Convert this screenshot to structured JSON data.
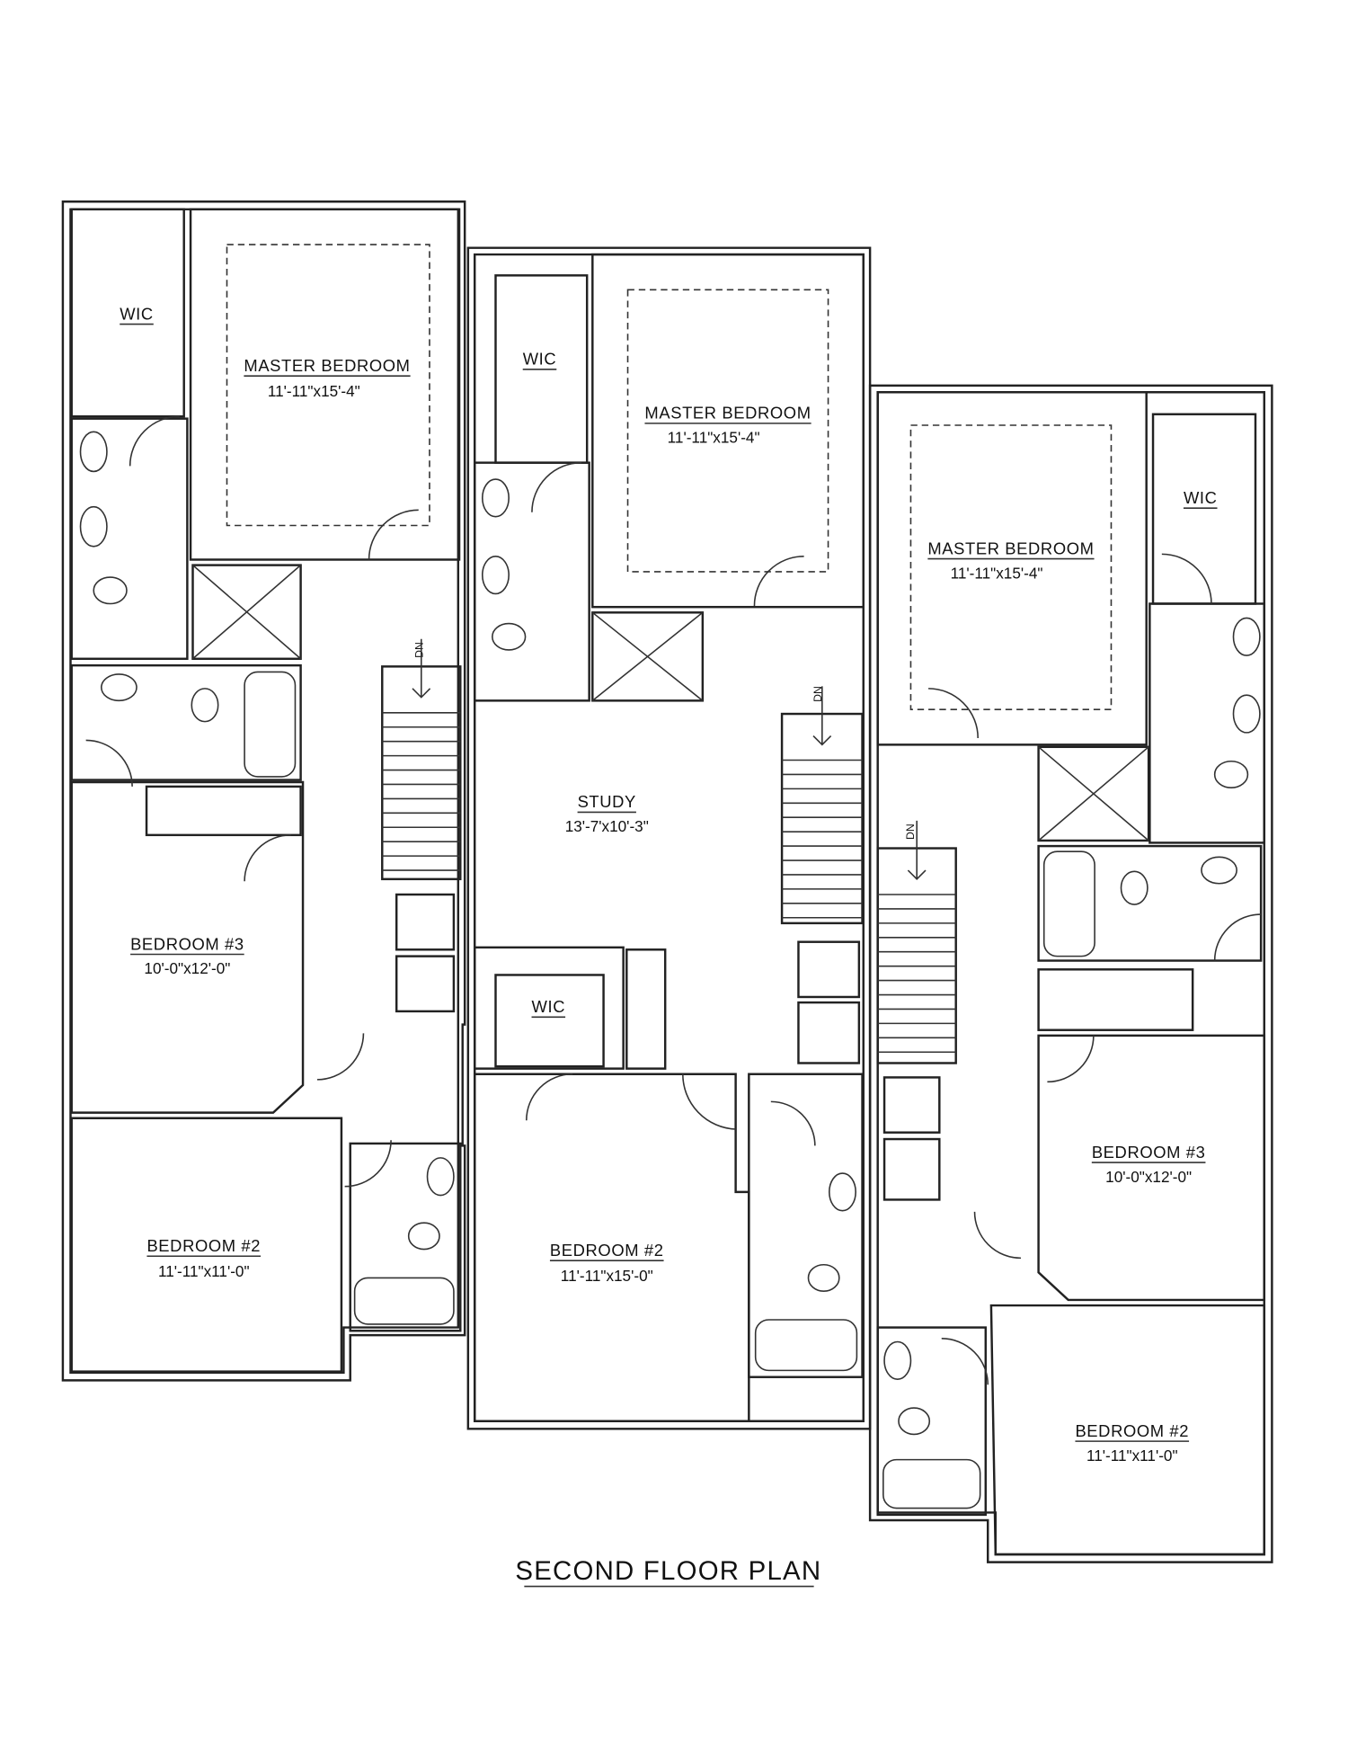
{
  "title": "SECOND FLOOR PLAN",
  "units": [
    {
      "wic": "WIC",
      "master": {
        "name": "MASTER BEDROOM",
        "size": "11'-11\"x15'-4\""
      },
      "stairs": "DN",
      "bedroom3": {
        "name": "BEDROOM #3",
        "size": "10'-0\"x12'-0\""
      },
      "bedroom2": {
        "name": "BEDROOM #2",
        "size": "11'-11\"x11'-0\""
      }
    },
    {
      "wic": "WIC",
      "wic2": "WIC",
      "master": {
        "name": "MASTER BEDROOM",
        "size": "11'-11\"x15'-4\""
      },
      "stairs": "DN",
      "study": {
        "name": "STUDY",
        "size": "13'-7'x10'-3\""
      },
      "bedroom2": {
        "name": "BEDROOM #2",
        "size": "11'-11\"x15'-0\""
      }
    },
    {
      "wic": "WIC",
      "master": {
        "name": "MASTER BEDROOM",
        "size": "11'-11\"x15'-4\""
      },
      "stairs": "DN",
      "bedroom3": {
        "name": "BEDROOM #3",
        "size": "10'-0\"x12'-0\""
      },
      "bedroom2": {
        "name": "BEDROOM #2",
        "size": "11'-11\"x11'-0\""
      }
    }
  ]
}
